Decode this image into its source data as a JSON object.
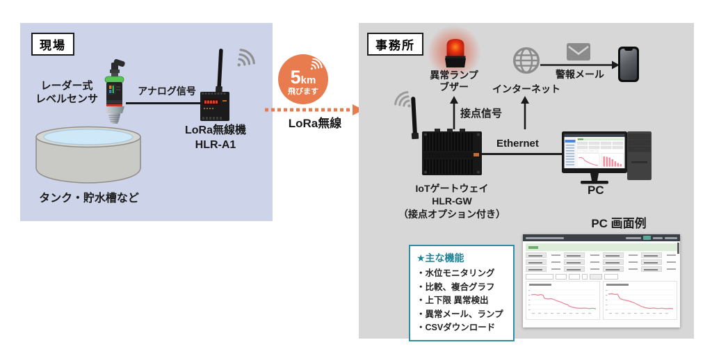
{
  "colors": {
    "field_bg": "#cdd3e9",
    "office_bg": "#d7d7d7",
    "accent_orange": "#e87c4f",
    "feature_teal": "#2e8fa0",
    "lamp_red": "#d62b12",
    "line_black": "#1a1a1a",
    "icon_gray": "#8b8b8b"
  },
  "field": {
    "zone_label": "現場",
    "sensor_label_1": "レーダー式",
    "sensor_label_2": "レベルセンサ",
    "analog_label": "アナログ信号",
    "device_label_1": "LoRa無線機",
    "device_label_2": "HLR-A1",
    "tank_label": "タンク・貯水槽など"
  },
  "link": {
    "badge_value": "5",
    "badge_unit": "km",
    "badge_sub": "飛びます",
    "label": "LoRa無線"
  },
  "office": {
    "zone_label": "事務所",
    "alarm_label_1": "異常ランプ",
    "alarm_label_2": "ブザー",
    "contact_label": "接点信号",
    "internet_label": "インターネット",
    "alert_mail_label": "警報メール",
    "ethernet_label": "Ethernet",
    "gateway_label_1": "IoTゲートウェイ",
    "gateway_label_2": "HLR-GW",
    "gateway_label_3": "（接点オプション付き）",
    "pc_label": "PC",
    "screen_example_title": "PC 画面例",
    "features": {
      "title": "★主な機能",
      "items": [
        "・水位モニタリング",
        "・比較、複合グラフ",
        "・上下限 異常検出",
        "・異常メール、ランプ",
        "・CSVダウンロード"
      ]
    }
  }
}
